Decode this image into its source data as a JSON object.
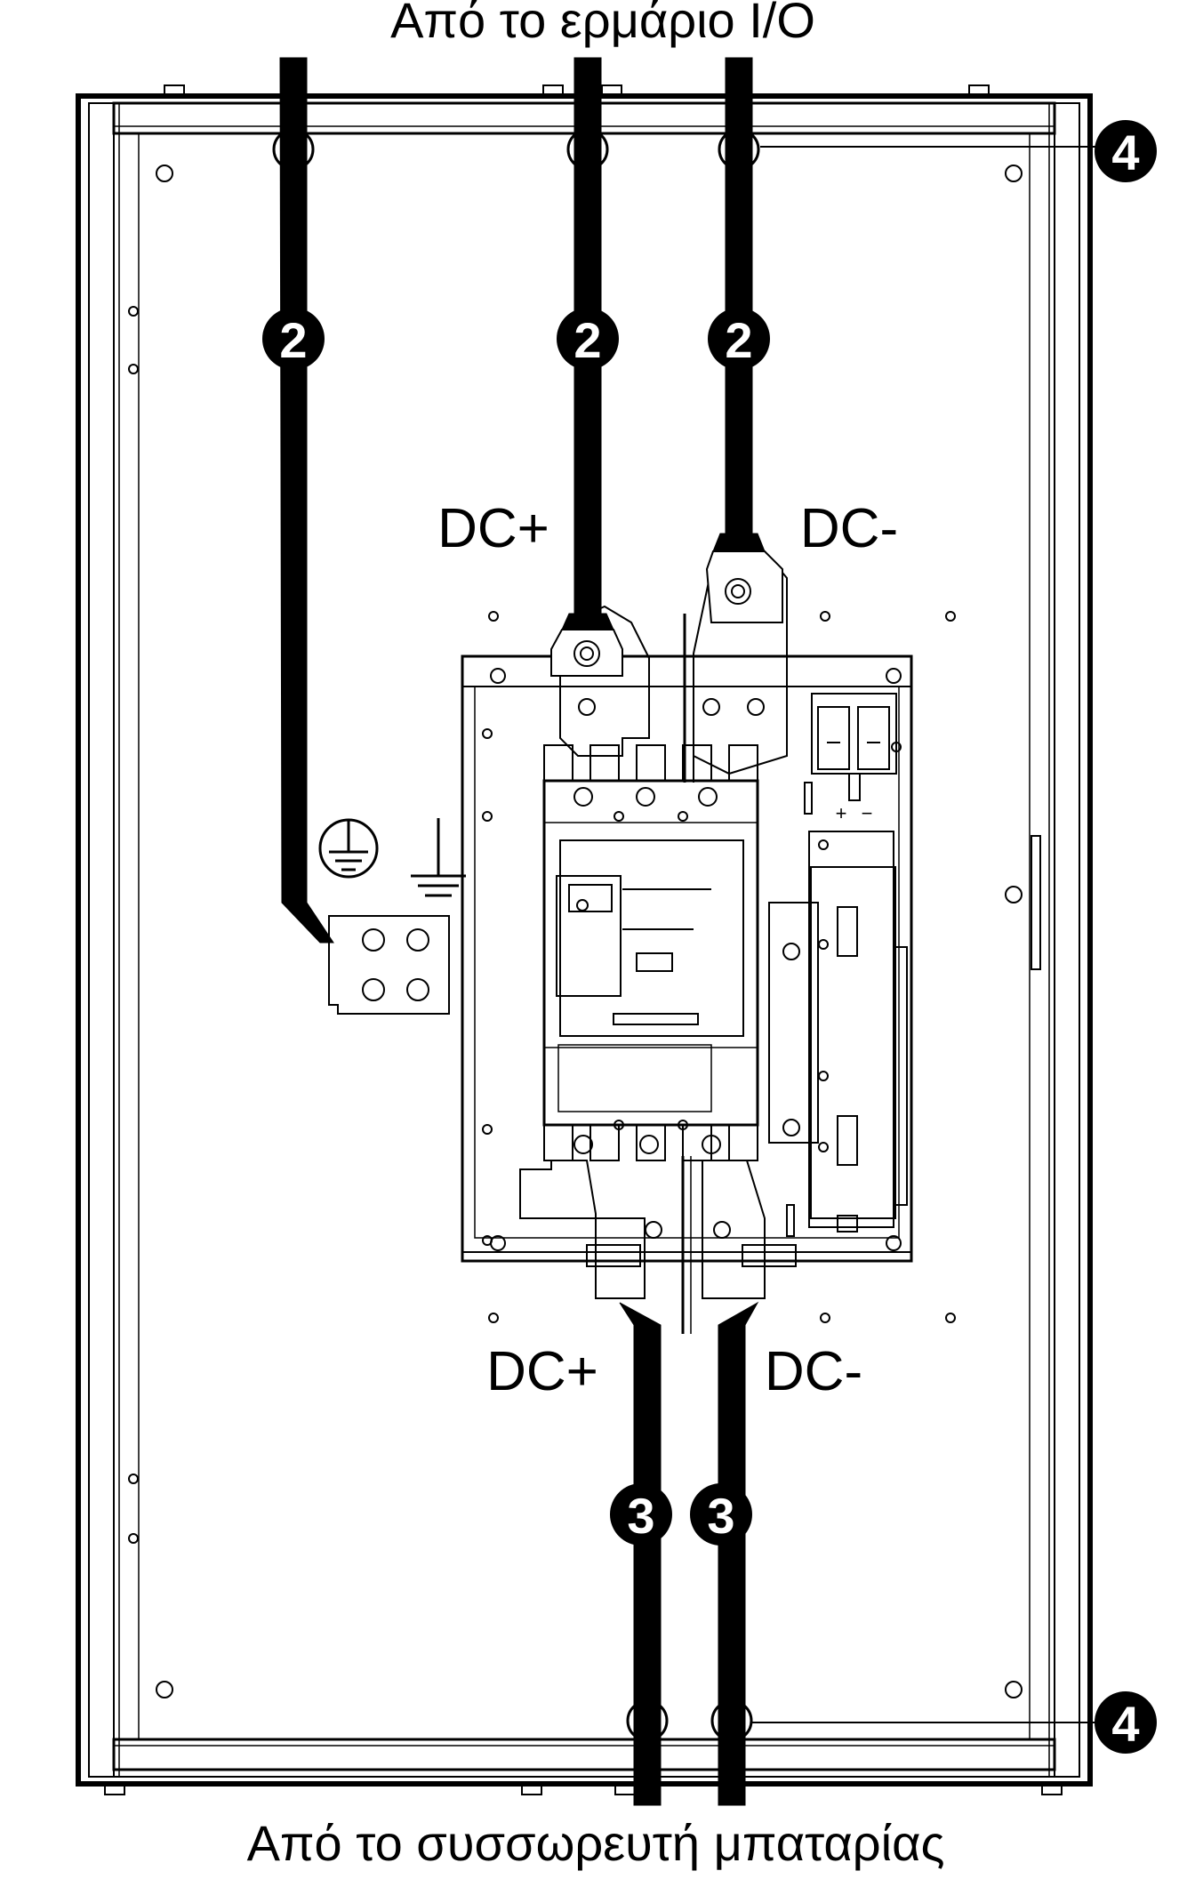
{
  "title_top": "Από το ερμάριο I/O",
  "title_bottom": "Από το συσσωρευτή μπαταρίας",
  "labels": {
    "dc_plus_top": "DC+",
    "dc_minus_top": "DC-",
    "dc_plus_bottom": "DC+",
    "dc_minus_bottom": "DC-"
  },
  "callouts": {
    "c4_top": "4",
    "c2_ground": "2",
    "c2_plus": "2",
    "c2_minus": "2",
    "c3_plus": "3",
    "c3_minus": "3",
    "c4_bottom": "4"
  },
  "polarity_marks": {
    "plus": "+",
    "minus": "−"
  },
  "colors": {
    "line": "#000000",
    "background": "#ffffff",
    "callout_fill": "#000000",
    "callout_text": "#ffffff"
  }
}
